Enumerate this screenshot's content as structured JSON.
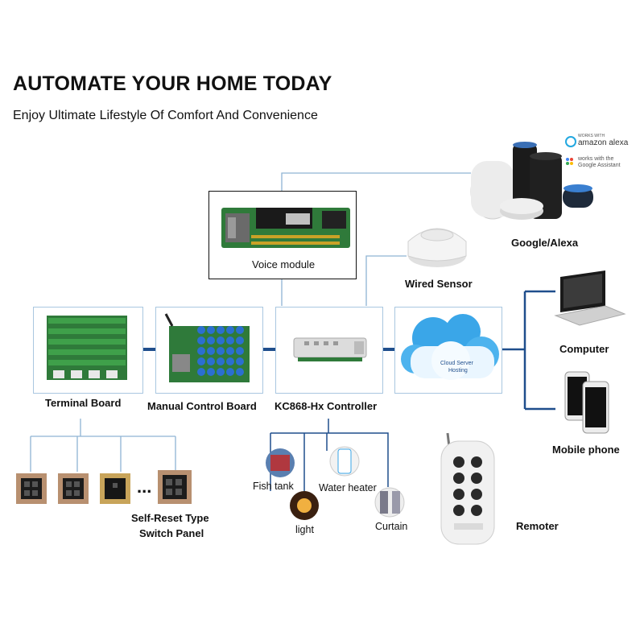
{
  "header": {
    "title": "AUTOMATE YOUR HOME TODAY",
    "subtitle": "Enjoy Ultimate Lifestyle Of Comfort And Convenience"
  },
  "nodes": {
    "voice_module": "Voice module",
    "google_alexa": "Google/Alexa",
    "wired_sensor": "Wired Sensor",
    "terminal_board": "Terminal Board",
    "manual_control_board": "Manual Control Board",
    "controller": "KC868-Hx Controller",
    "computer": "Computer",
    "mobile_phone": "Mobile phone",
    "switch_panel_line1": "Self-Reset Type",
    "switch_panel_line2": "Switch Panel",
    "switch_ellipsis": "...",
    "remoter": "Remoter",
    "cloud_line1": "Cloud Server",
    "cloud_line2": "Hosting"
  },
  "loads": {
    "fish_tank": "Fish tank",
    "water_heater": "Water heater",
    "light": "light",
    "curtain": "Curtain"
  },
  "alexa_badge": {
    "works_with": "WORKS WITH",
    "brand": "amazon alexa",
    "assistant_line1": "works with the",
    "assistant_line2": "Google Assistant"
  },
  "colors": {
    "connector_dark": "#1f4e8c",
    "connector_light": "#8fb4d4",
    "box_border": "#a9c7e0",
    "pcb_green": "#2f7a3a",
    "cloud_blue": "#3aa6e8"
  }
}
